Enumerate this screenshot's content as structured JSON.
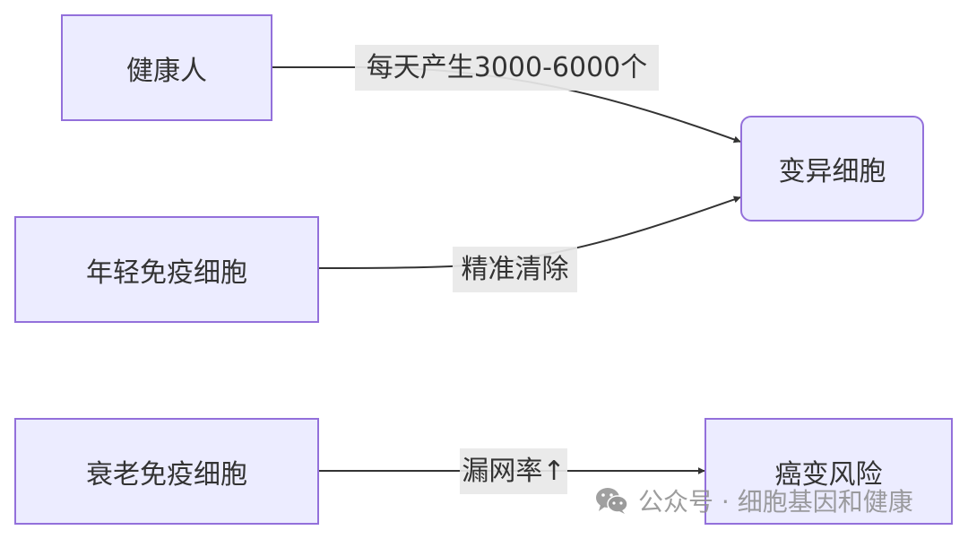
{
  "diagram": {
    "type": "flowchart",
    "direction": "LR",
    "colors": {
      "node_fill": "#ECECFF",
      "node_border": "#9370DB",
      "edge": "#333333",
      "label_bg": "#E8E8E8",
      "text": "#333333"
    },
    "nodes": [
      {
        "id": "healthy",
        "label": "健康人",
        "shape": "rect"
      },
      {
        "id": "young",
        "label": "年轻免疫细胞",
        "shape": "rect"
      },
      {
        "id": "old",
        "label": "衰老免疫细胞",
        "shape": "rect"
      },
      {
        "id": "mutant",
        "label": "变异细胞",
        "shape": "round-rect"
      },
      {
        "id": "cancer",
        "label": "癌变风险",
        "shape": "rect"
      }
    ],
    "edges": [
      {
        "from": "healthy",
        "to": "mutant",
        "label": "每天产生3000-6000个"
      },
      {
        "from": "young",
        "to": "mutant",
        "label": "精准清除"
      },
      {
        "from": "old",
        "to": "cancer",
        "label": "漏网率↑"
      }
    ]
  },
  "watermark": {
    "icon": "wechat-icon",
    "text": "公众号 · 细胞基因和健康"
  }
}
